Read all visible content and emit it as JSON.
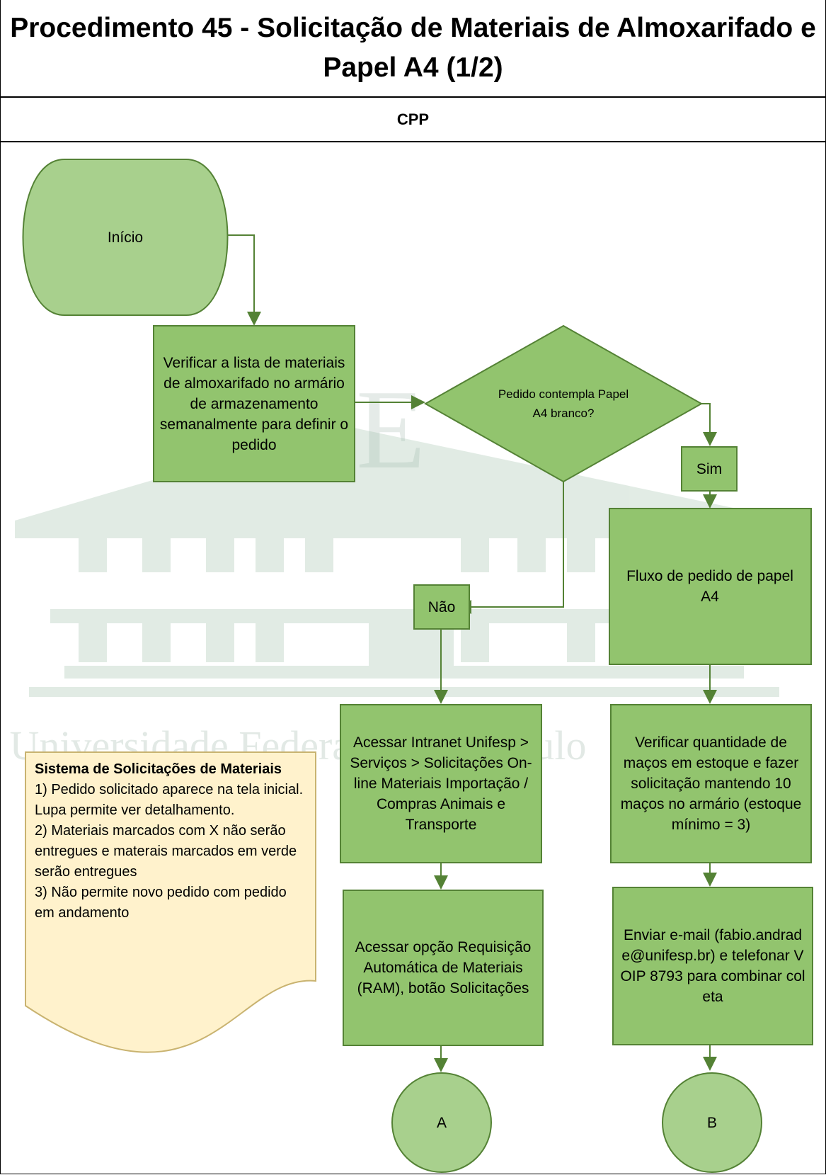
{
  "colors": {
    "header_bg": "#a8d08d",
    "shape_fill": "#92c46e",
    "shape_border": "#548235",
    "arrow": "#548235",
    "note_fill": "#fff2cc",
    "note_border": "#c9b370"
  },
  "header": {
    "title": "Procedimento 45 - Solicitação de Materiais de Almoxarifado e Papel A4 (1/2)",
    "lane": "CPP"
  },
  "flow": {
    "start": "Início",
    "verify_list": "Verificar a lista de materiais de almoxarifado no armário de armazenamento semanalmente para definir o pedido",
    "decision": "Pedido contempla Papel A4 branco?",
    "yes_label": "Sim",
    "no_label": "Não",
    "paper_flow": "Fluxo de pedido de papel A4",
    "check_quantity": "Verificar quantidade de maços em estoque e fazer solicitação mantendo 10 maços no armário (estoque mínimo = 3)",
    "send_email": "Enviar e-mail (fabio.andrade@unifesp.br) e telefonar VOIP 8793 para combinar coleta",
    "access_intranet": "Acessar Intranet Unifesp > Serviços > Solicitações On-line Materiais Importação / Compras Animais e Transporte",
    "access_ram": "Acessar opção Requisição Automática de Materiais (RAM), botão Solicitações",
    "connector_a": "A",
    "connector_b": "B"
  },
  "note": {
    "title": "Sistema de Solicitações de Materiais",
    "item1": "1) Pedido solicitado aparece na tela inicial. Lupa permite ver detalhamento.",
    "item2": "2) Materiais marcados com X não serão entregues e materais marcados em verde serão entregues",
    "item3": "3) Não permite novo pedido com pedido em andamento"
  },
  "watermark": {
    "text": "Universidade Federal de São Paulo"
  }
}
